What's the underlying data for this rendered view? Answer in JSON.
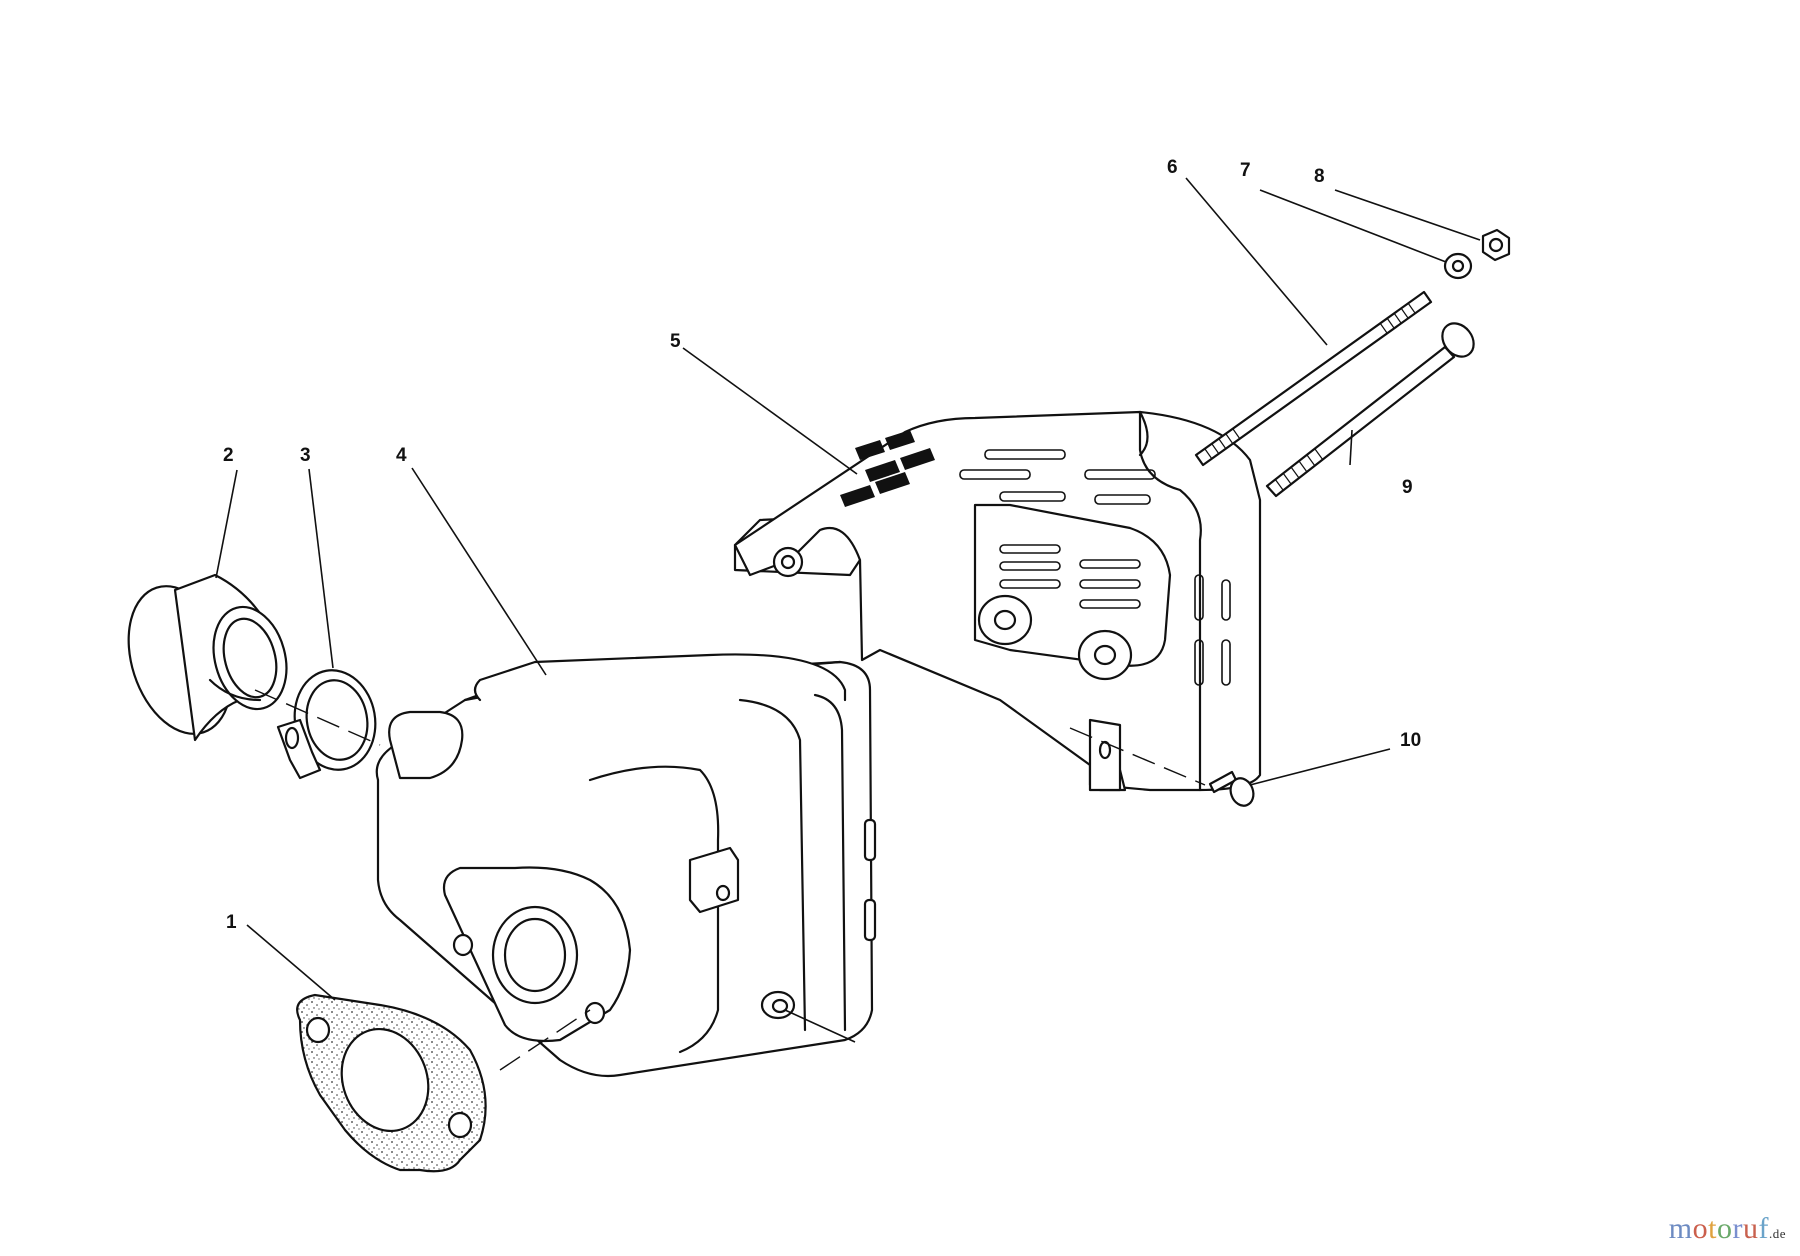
{
  "callouts": [
    "1",
    "2",
    "3",
    "4",
    "5",
    "6",
    "7",
    "8",
    "9",
    "10"
  ],
  "watermark": {
    "letters": [
      "m",
      "o",
      "t",
      "o",
      "r",
      "u",
      "f"
    ],
    "letter_colors": [
      "#6d8bc2",
      "#cb5f4c",
      "#e0a23f",
      "#6aa96a",
      "#7a8fcf",
      "#c8614e",
      "#6aa3c9"
    ],
    "suffix": ".de"
  }
}
